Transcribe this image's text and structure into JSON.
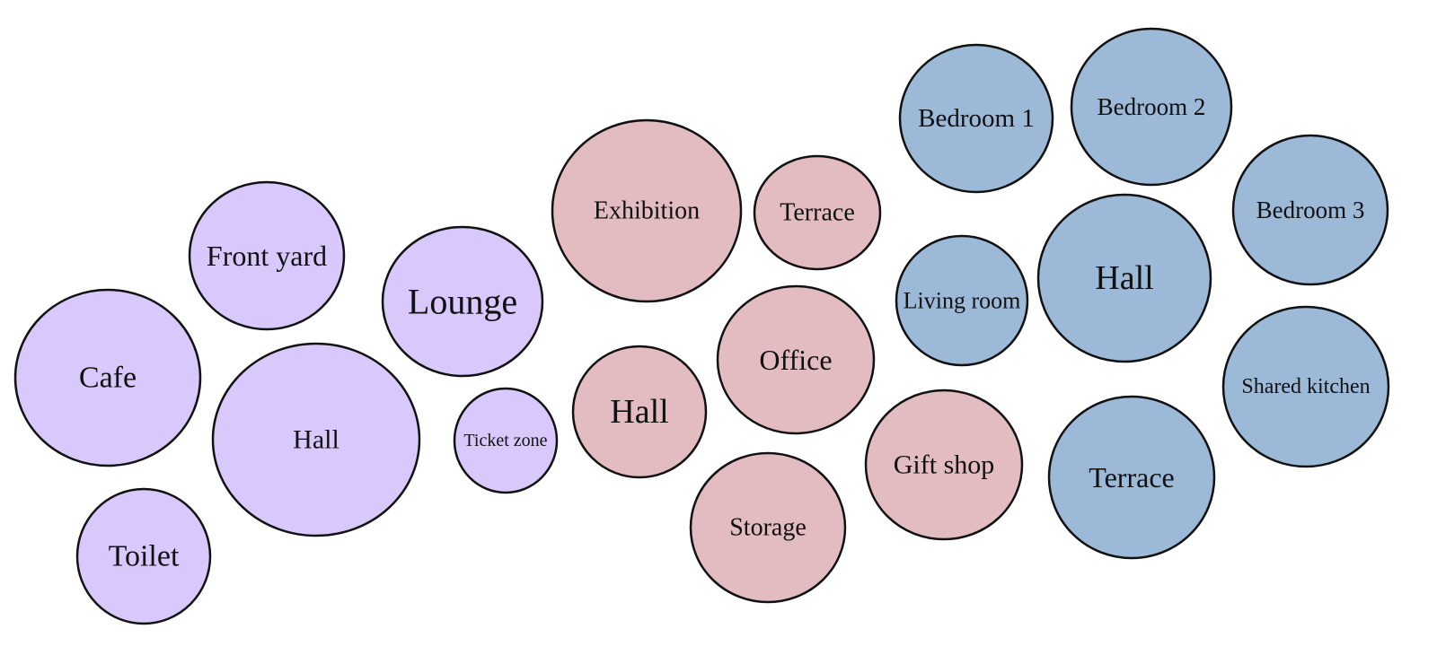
{
  "colors": {
    "group_purple": "#d8c8fc",
    "group_pink": "#e2bcc0",
    "group_blue": "#9cb9d8",
    "stroke": "#111111",
    "text": "#111111"
  },
  "groups": [
    {
      "id": "purple",
      "color": "#d8c8fc",
      "rooms": [
        {
          "label": "Front yard"
        },
        {
          "label": "Lounge"
        },
        {
          "label": "Cafe"
        },
        {
          "label": "Hall"
        },
        {
          "label": "Ticket zone"
        },
        {
          "label": "Toilet"
        }
      ]
    },
    {
      "id": "pink",
      "color": "#e2bcc0",
      "rooms": [
        {
          "label": "Exhibition"
        },
        {
          "label": "Terrace"
        },
        {
          "label": "Office"
        },
        {
          "label": "Hall"
        },
        {
          "label": "Gift shop"
        },
        {
          "label": "Storage"
        }
      ]
    },
    {
      "id": "blue",
      "color": "#9cb9d8",
      "rooms": [
        {
          "label": "Bedroom 1"
        },
        {
          "label": "Bedroom 2"
        },
        {
          "label": "Bedroom 3"
        },
        {
          "label": "Living room"
        },
        {
          "label": "Hall"
        },
        {
          "label": "Shared kitchen"
        },
        {
          "label": "Terrace"
        }
      ]
    }
  ]
}
